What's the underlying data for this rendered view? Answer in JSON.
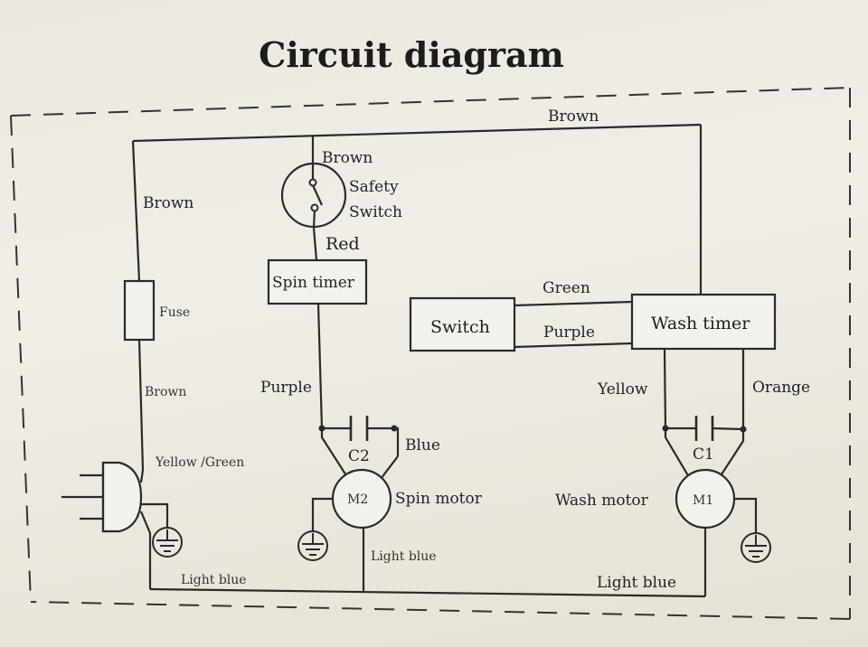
{
  "title": "Circuit diagram",
  "wires": {
    "top": "Brown",
    "safety_top": "Brown",
    "left_upper": "Brown",
    "left_lower": "Brown",
    "safety_out": "Red",
    "spin_down": "Purple",
    "green": "Green",
    "purple_mid": "Purple",
    "yellow": "Yellow",
    "orange": "Orange",
    "blue": "Blue",
    "earth_plug": "Yellow /Green",
    "lb_left": "Light blue",
    "lb_mid": "Light blue",
    "lb_right": "Light blue"
  },
  "components": {
    "safety_switch": [
      "Safety",
      "Switch"
    ],
    "spin_timer": "Spin timer",
    "fuse": "Fuse",
    "switch": "Switch",
    "wash_timer": "Wash timer",
    "c2": "C2",
    "c1": "C1",
    "m2": "M2",
    "m1": "M1",
    "spin_motor": "Spin motor",
    "wash_motor": "Wash motor"
  }
}
